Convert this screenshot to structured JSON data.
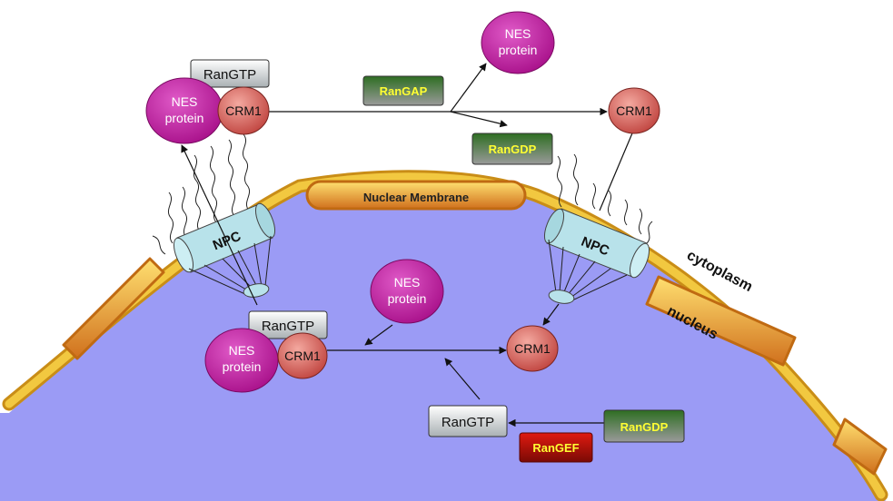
{
  "labels": {
    "nuclear_membrane": "Nuclear Membrane",
    "cytoplasm": "cytoplasm",
    "nucleus": "nucleus",
    "npc_left": "NPC",
    "npc_right": "NPC"
  },
  "cytoplasm_side": {
    "rangtp": "RanGTP",
    "nes_protein_line1": "NES",
    "nes_protein_line2": "protein",
    "crm1": "CRM1",
    "rangap": "RanGAP",
    "released_nes_line1": "NES",
    "released_nes_line2": "protein",
    "rangdp": "RanGDP",
    "free_crm1": "CRM1"
  },
  "nucleus_side": {
    "free_nes_line1": "NES",
    "free_nes_line2": "protein",
    "rangtp_complex": "RanGTP",
    "complex_nes_line1": "NES",
    "complex_nes_line2": "protein",
    "complex_crm1": "CRM1",
    "imported_crm1": "CRM1",
    "rangtp": "RanGTP",
    "rangdp": "RanGDP",
    "rangef": "RanGEF"
  },
  "colors": {
    "nucleus_fill": "#9b9bf5",
    "membrane": "#e9b632",
    "nes_protein": "#c21aa0",
    "crm1": "#d9635e",
    "rangap": "#2f6e25",
    "rangef": "#c01010",
    "gap_text": "#ffff33",
    "npc": "#b8e2ea"
  }
}
